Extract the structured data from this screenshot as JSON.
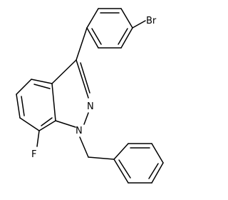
{
  "molecule": {
    "atom_labels": {
      "bromine": "Br",
      "nitrogen_2": "N",
      "nitrogen_1": "N",
      "fluorine": "F"
    }
  }
}
